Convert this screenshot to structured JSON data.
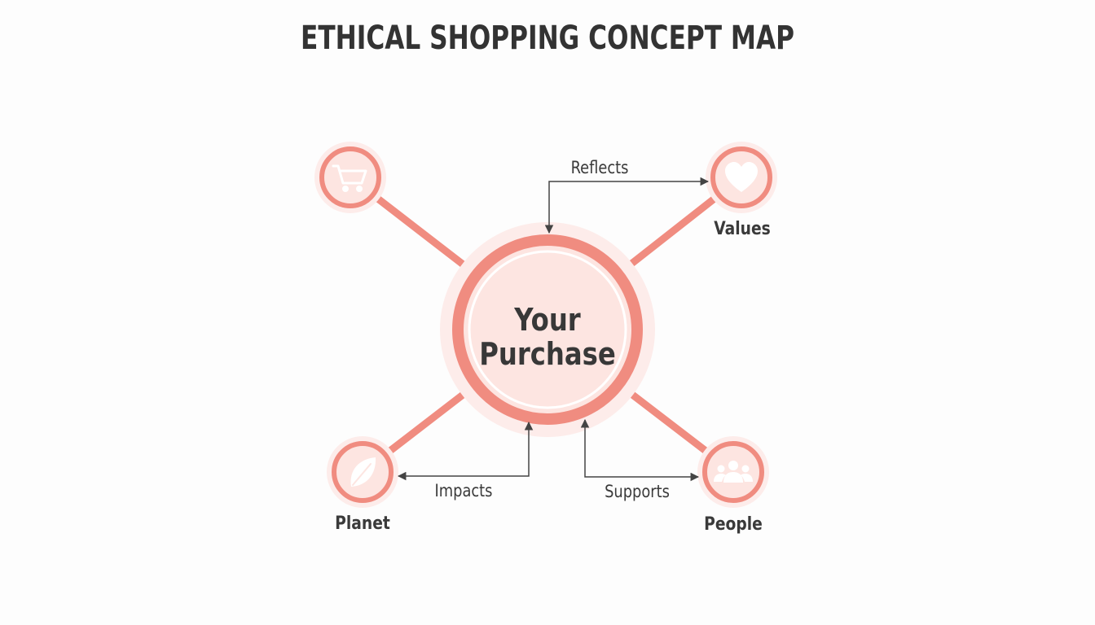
{
  "title": "ETHICAL SHOPPING CONCEPT MAP",
  "colors": {
    "accent": "#f08c80",
    "accent_light": "#fde5e1",
    "halo": "#fdecea",
    "text": "#333333",
    "arrow": "#444444"
  },
  "center": {
    "line1": "Your",
    "line2": "Purchase"
  },
  "nodes": {
    "cart": {
      "icon": "shopping-cart-icon",
      "label": ""
    },
    "values": {
      "icon": "heart-icon",
      "label": "Values"
    },
    "planet": {
      "icon": "leaf-icon",
      "label": "Planet"
    },
    "people": {
      "icon": "people-icon",
      "label": "People"
    }
  },
  "edges": {
    "reflects": "Reflects",
    "impacts": "Impacts",
    "supports": "Supports"
  }
}
